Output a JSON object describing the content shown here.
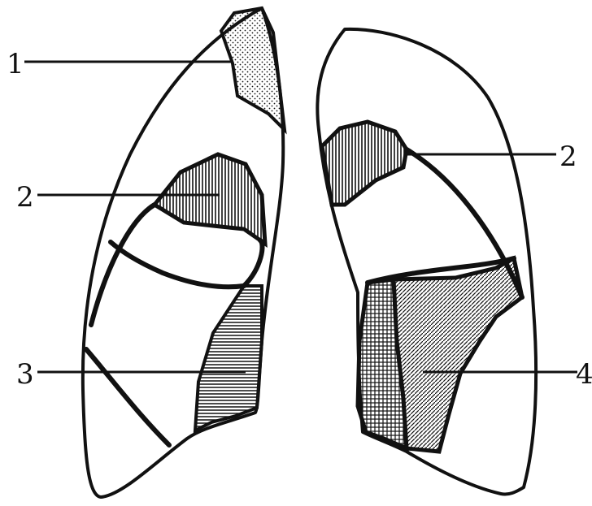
{
  "callouts": {
    "left_top": "1",
    "left_middle": "2",
    "left_bottom": "3",
    "right_middle": "2",
    "right_bottom": "4"
  },
  "colors": {
    "ink": "#111111",
    "paper": "#ffffff"
  }
}
